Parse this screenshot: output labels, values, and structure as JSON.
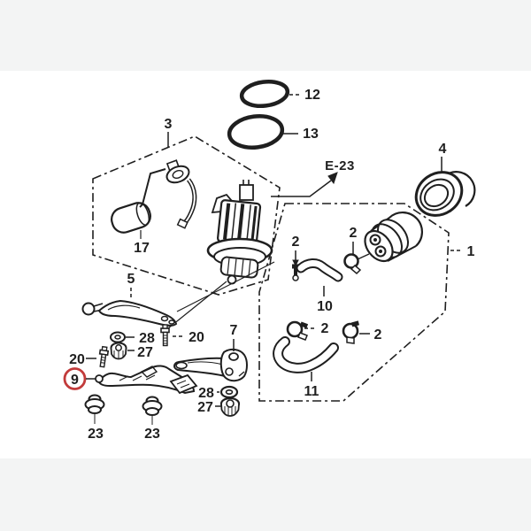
{
  "diagram": {
    "kind": "exploded-parts-diagram",
    "subject": "fuel pump module assembly",
    "reference_label": "E-23",
    "highlighted_callout": "9",
    "colors": {
      "line": "#1f1f1f",
      "canvas": "#ffffff",
      "page_background": "#f3f4f4",
      "highlight_ring": "#c23b3b"
    }
  },
  "callouts": {
    "ring_upper": "12",
    "ring_lower": "13",
    "pump_module_box": "3",
    "fuel_filter": "17",
    "grommet_cap": "4",
    "assembly_box": "1",
    "clamp_top": "2",
    "screw_pin": "2",
    "hose_upper": "10",
    "clamp_mid_left": "2",
    "clamp_mid_right": "2",
    "hose_lower": "11",
    "bracket_upper": "5",
    "washer_upper": "28",
    "bolt_right": "20",
    "nut_upper": "27",
    "bolt_left": "20",
    "bracket_highlighted": "9",
    "bracket_lower": "7",
    "washer_lower": "28",
    "nut_lower": "27",
    "grommet_left": "23",
    "grommet_right": "23",
    "reference": "E-23"
  }
}
